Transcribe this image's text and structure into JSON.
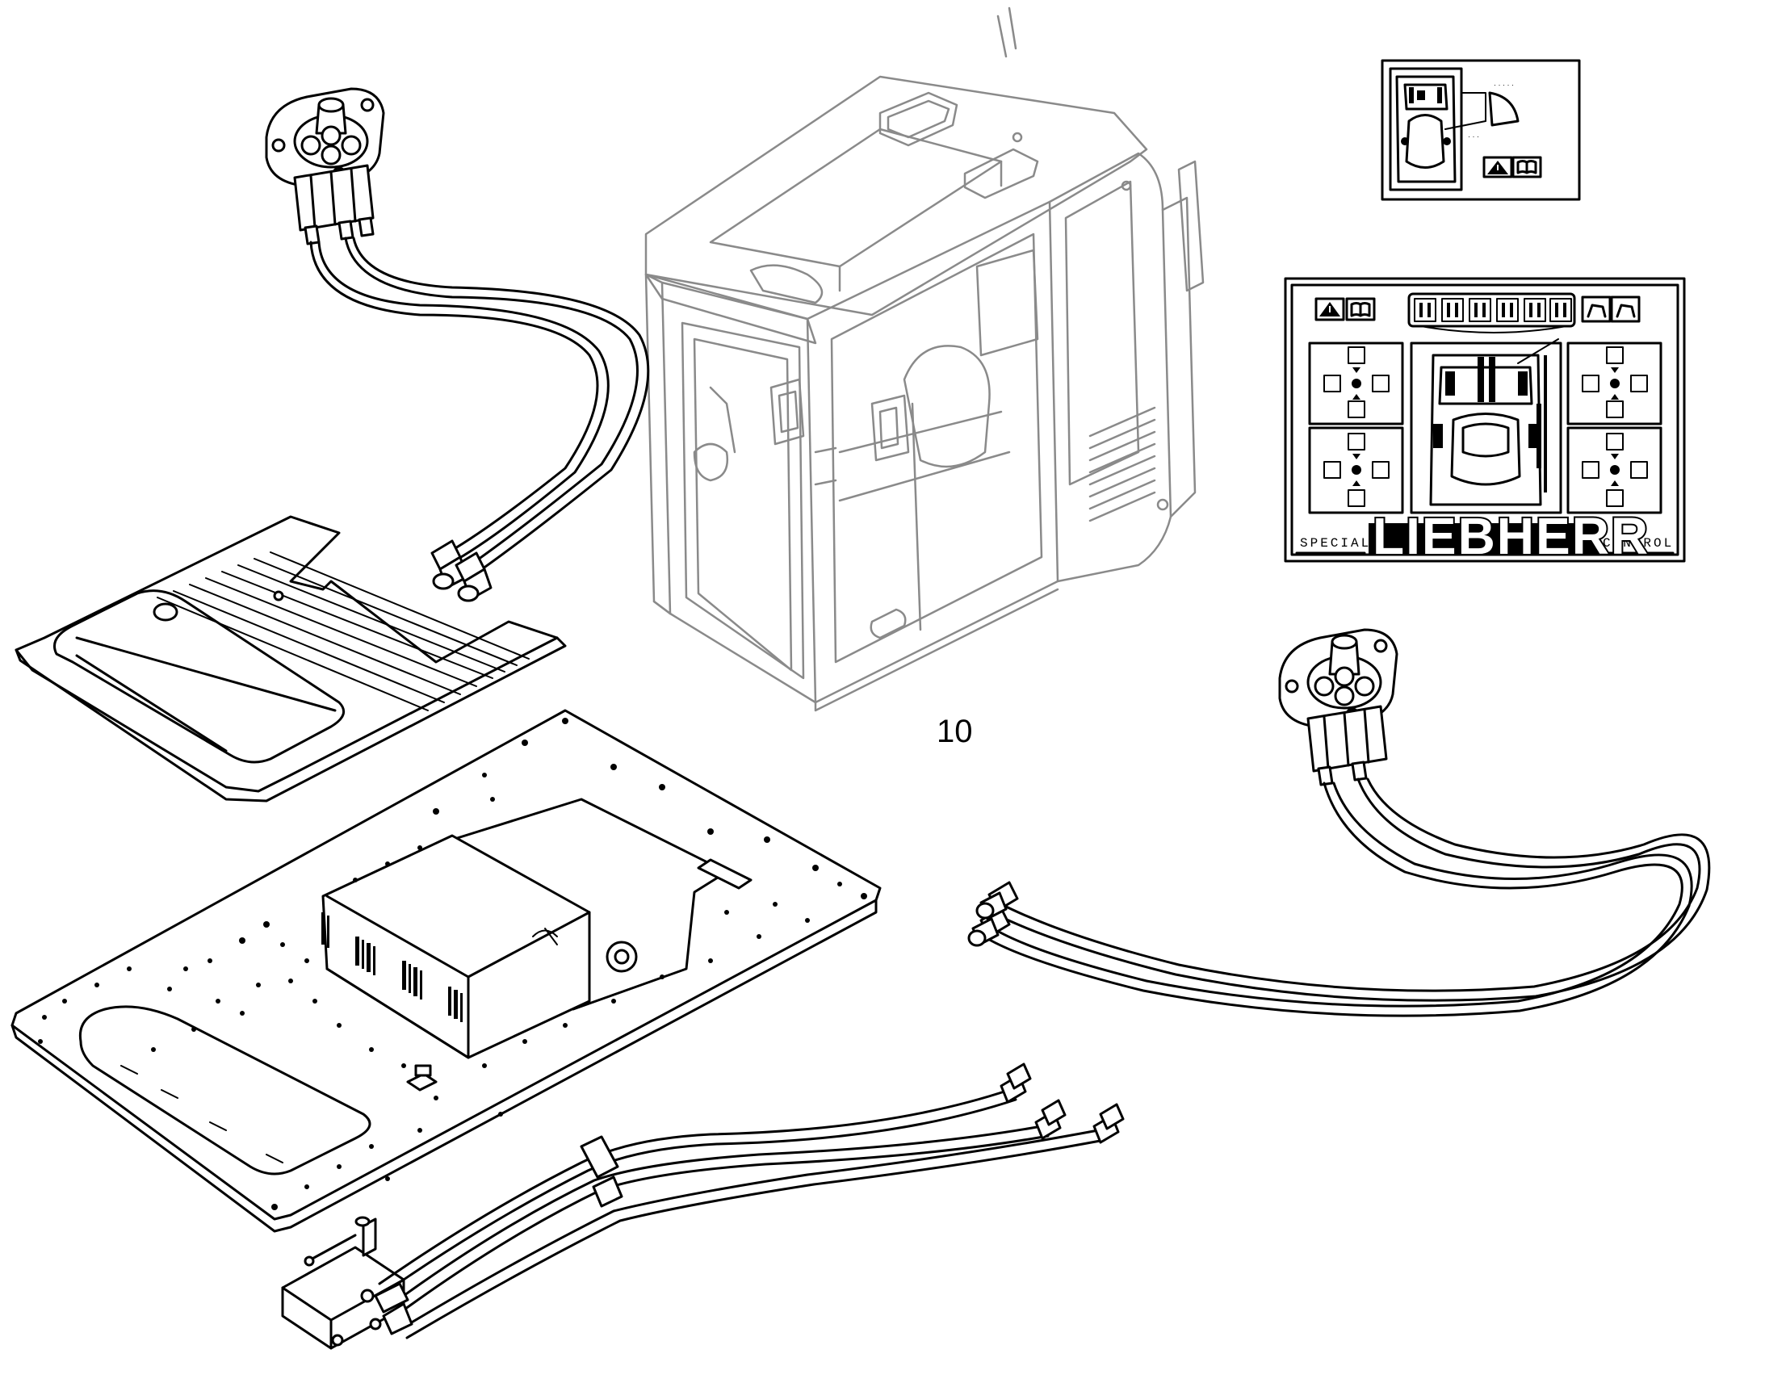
{
  "callout": {
    "number": "10"
  },
  "control_label": {
    "brand": "LIEBHERR",
    "left_text": "SPECIAL",
    "right_text": "CONTROL"
  },
  "icons": [
    "warning-triangle-icon",
    "manual-book-icon"
  ]
}
